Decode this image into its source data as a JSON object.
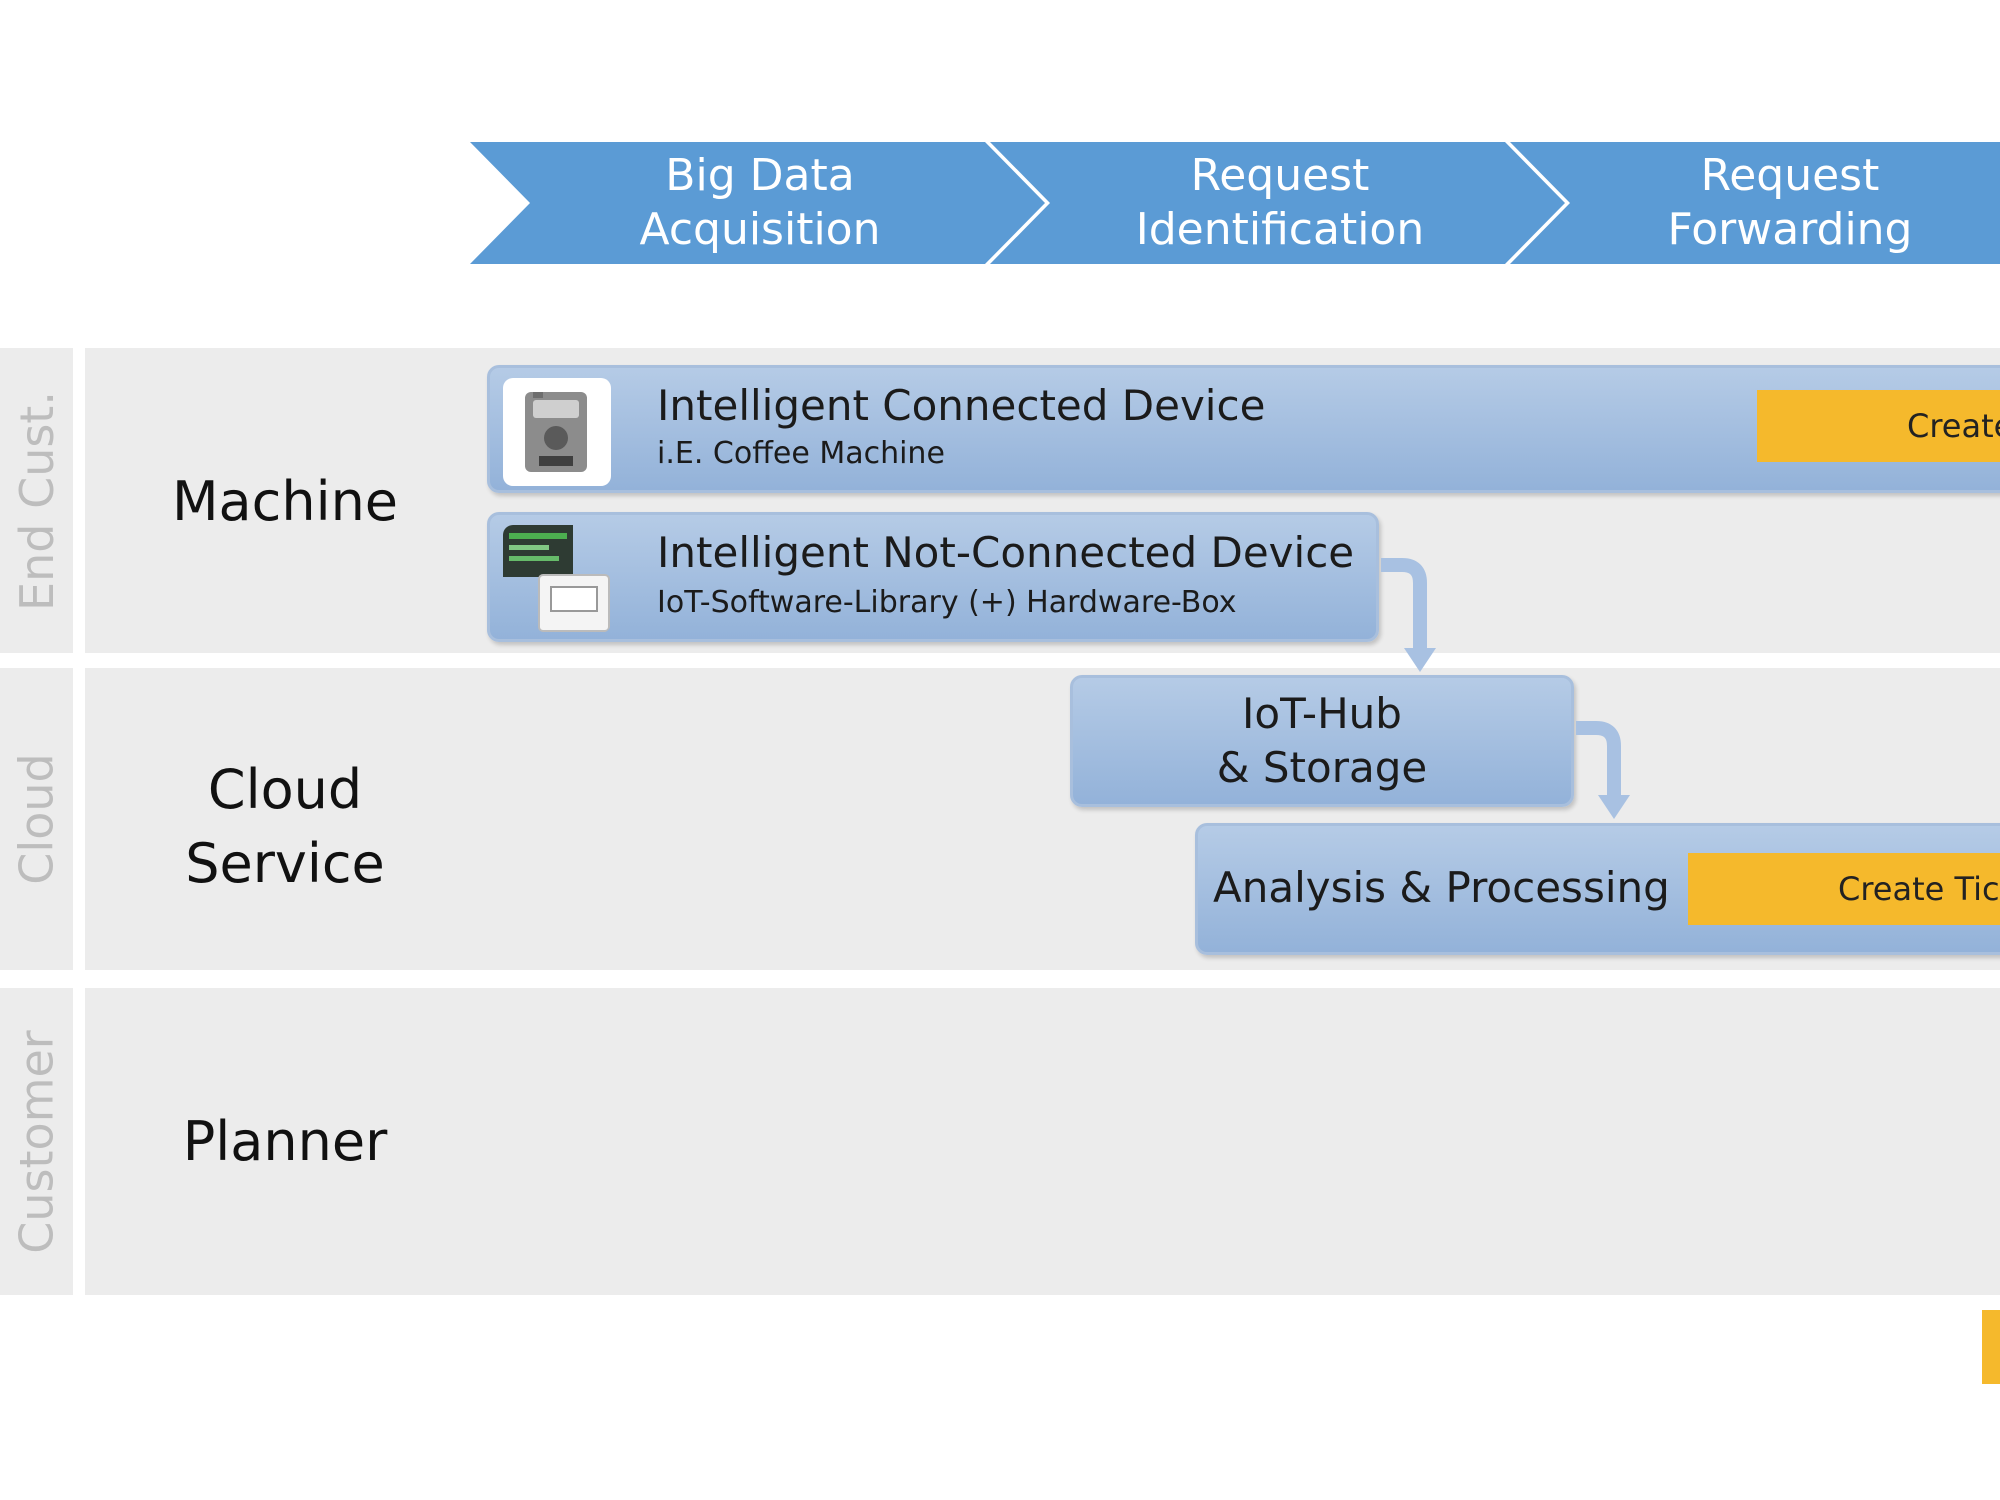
{
  "process_steps": [
    {
      "label": "Big Data Acquisition"
    },
    {
      "label": "Request\nIdentification"
    },
    {
      "label": "Request Forwarding"
    }
  ],
  "lanes": [
    {
      "tag": "End Cust.",
      "title": "Machine"
    },
    {
      "tag": "Cloud",
      "title": "Cloud\nService"
    },
    {
      "tag": "Customer",
      "title": "Planner"
    }
  ],
  "boxes": {
    "connected_device": {
      "title": "Intelligent Connected Device",
      "subtitle": "i.E. Coffee Machine"
    },
    "not_connected_device": {
      "title": "Intelligent Not-Connected Device",
      "subtitle": "IoT-Software-Library (+) Hardware-Box"
    },
    "iot_hub": {
      "label": "IoT-Hub\n& Storage"
    },
    "analysis": {
      "label": "Analysis & Processing"
    }
  },
  "tickets": {
    "machine_ticket": "Create",
    "cloud_ticket": "Create Tick"
  },
  "colors": {
    "chevron": "#5b9bd5",
    "lane_bg": "#ececec",
    "box_blue": "#9fbbe0",
    "ticket_yellow": "#f5b92c"
  },
  "icons": {
    "connected_device": "coffee-machine-icon",
    "not_connected_device": "hardware-box-icon"
  }
}
